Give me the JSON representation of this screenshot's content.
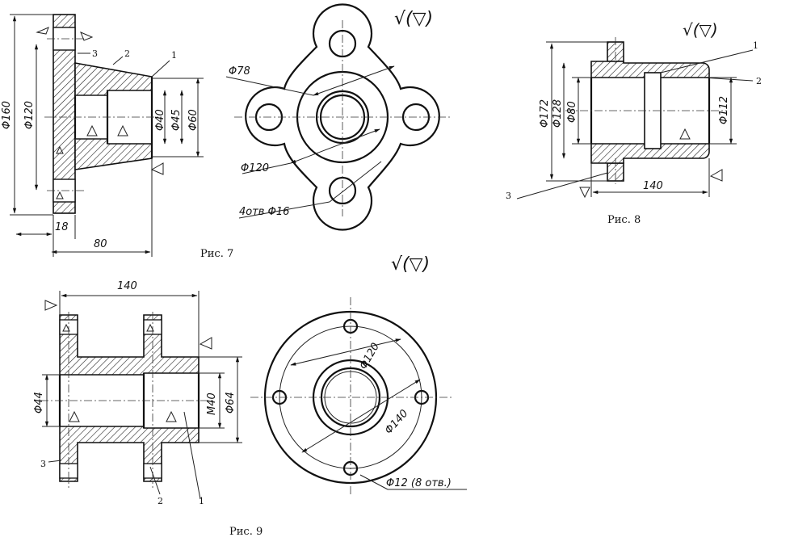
{
  "roughness_symbol": "√(▽)",
  "fig7": {
    "caption": "Рис. 7",
    "dims": {
      "d160": "Φ160",
      "d120": "Φ120",
      "d40": "Φ40",
      "d45": "Φ45",
      "d60": "Φ60",
      "w18": "18",
      "w80": "80",
      "d78": "Φ78",
      "d120b": "Φ120",
      "holes": "4отв Φ16"
    },
    "labels": [
      "1",
      "2",
      "3"
    ]
  },
  "fig8": {
    "caption": "Рис. 8",
    "dims": {
      "d172": "Φ172",
      "d128": "Φ128",
      "d80": "Φ80",
      "d112": "Φ112",
      "w140": "140"
    },
    "labels": [
      "1",
      "2",
      "3"
    ]
  },
  "fig9": {
    "caption": "Рис. 9",
    "dims": {
      "w140": "140",
      "d44": "Φ44",
      "m40": "M40",
      "d64": "Φ64",
      "d120": "Φ120",
      "d140": "Φ140",
      "holes": "Φ12 (8 отв.)"
    },
    "labels": [
      "1",
      "2",
      "3"
    ]
  }
}
